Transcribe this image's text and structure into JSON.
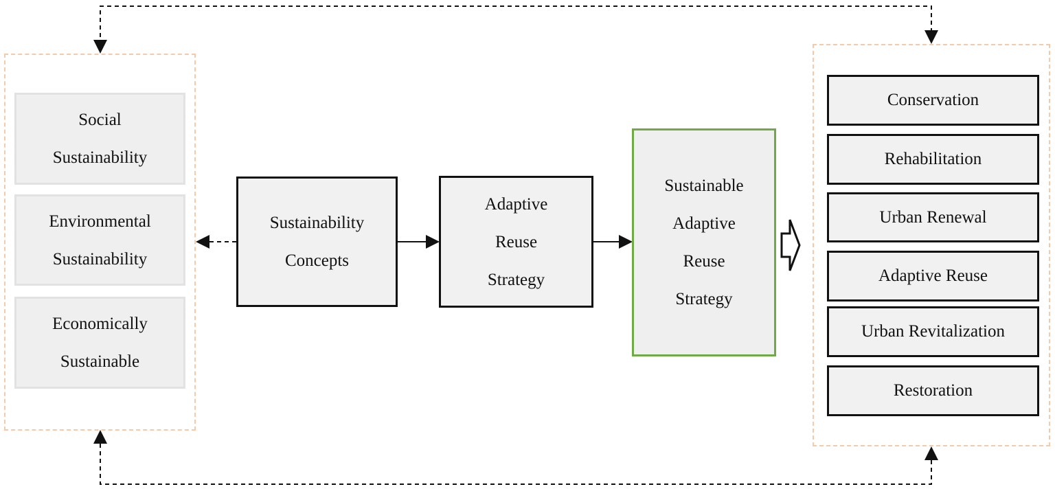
{
  "pillars": [
    {
      "label": "Social\nSustainability"
    },
    {
      "label": "Environmental\nSustainability"
    },
    {
      "label": "Economically\nSustainable"
    }
  ],
  "flow": {
    "sustainability_concepts": "Sustainability\nConcepts",
    "adaptive_reuse_strategy": "Adaptive\nReuse\nStrategy",
    "sustainable_adaptive_reuse_strategy": "Sustainable\nAdaptive\nReuse\nStrategy"
  },
  "approaches": [
    {
      "label": "Conservation"
    },
    {
      "label": "Rehabilitation"
    },
    {
      "label": "Urban Renewal"
    },
    {
      "label": "Adaptive Reuse"
    },
    {
      "label": "Urban Revitalization"
    },
    {
      "label": "Restoration"
    }
  ],
  "colors": {
    "group_border": "#f7c9a6",
    "highlight_border": "#6faa46",
    "box_fill": "#f0f0f0"
  }
}
